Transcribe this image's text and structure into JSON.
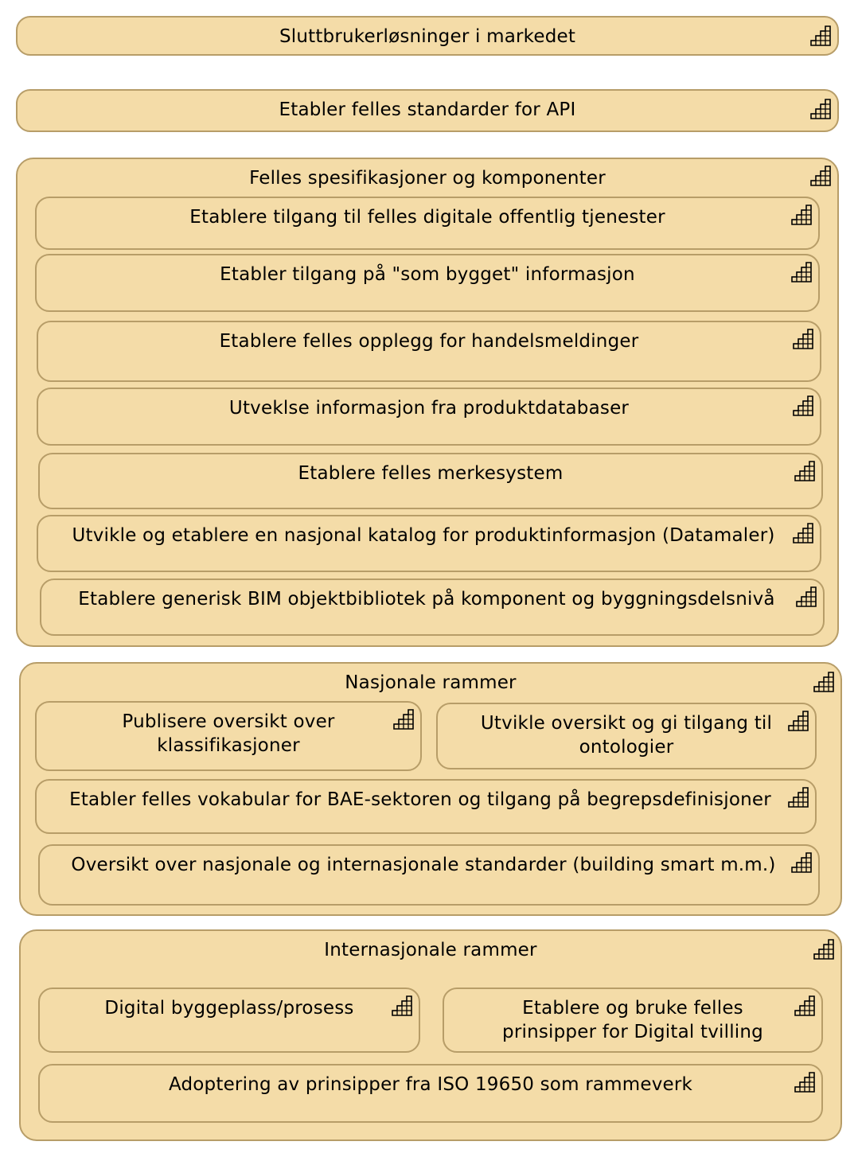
{
  "icons": {
    "box": "work-package-icon"
  },
  "colors": {
    "fill": "#f4dca8",
    "border": "#b79d68"
  },
  "top": {
    "sluttbruker": "Sluttbrukerløsninger i markedet",
    "api": "Etabler felles standarder for API"
  },
  "felles": {
    "title": "Felles spesifikasjoner og komponenter",
    "items": [
      "Etablere tilgang til felles digitale offentlig tjenester",
      "Etabler tilgang på \"som bygget\" informasjon",
      "Etablere felles opplegg for handelsmeldinger",
      "Utveklse informasjon fra produktdatabaser",
      "Etablere felles merkesystem",
      "Utvikle og etablere en nasjonal katalog for produktinformasjon (Datamaler)",
      "Etablere generisk BIM objektbibliotek på komponent og byggningsdelsnivå"
    ]
  },
  "nasjonale": {
    "title": "Nasjonale rammer",
    "items": [
      "Publisere oversikt over klassifikasjoner",
      "Utvikle oversikt og gi tilgang til ontologier",
      "Etabler felles vokabular for BAE-sektoren og tilgang på begrepsdefinisjoner",
      "Oversikt over nasjonale og internasjonale standarder (building smart m.m.)"
    ]
  },
  "internasjonale": {
    "title": "Internasjonale rammer",
    "items": [
      "Digital byggeplass/prosess",
      "Etablere og bruke felles prinsipper for Digital tvilling",
      "Adoptering av prinsipper fra ISO 19650 som rammeverk"
    ]
  }
}
